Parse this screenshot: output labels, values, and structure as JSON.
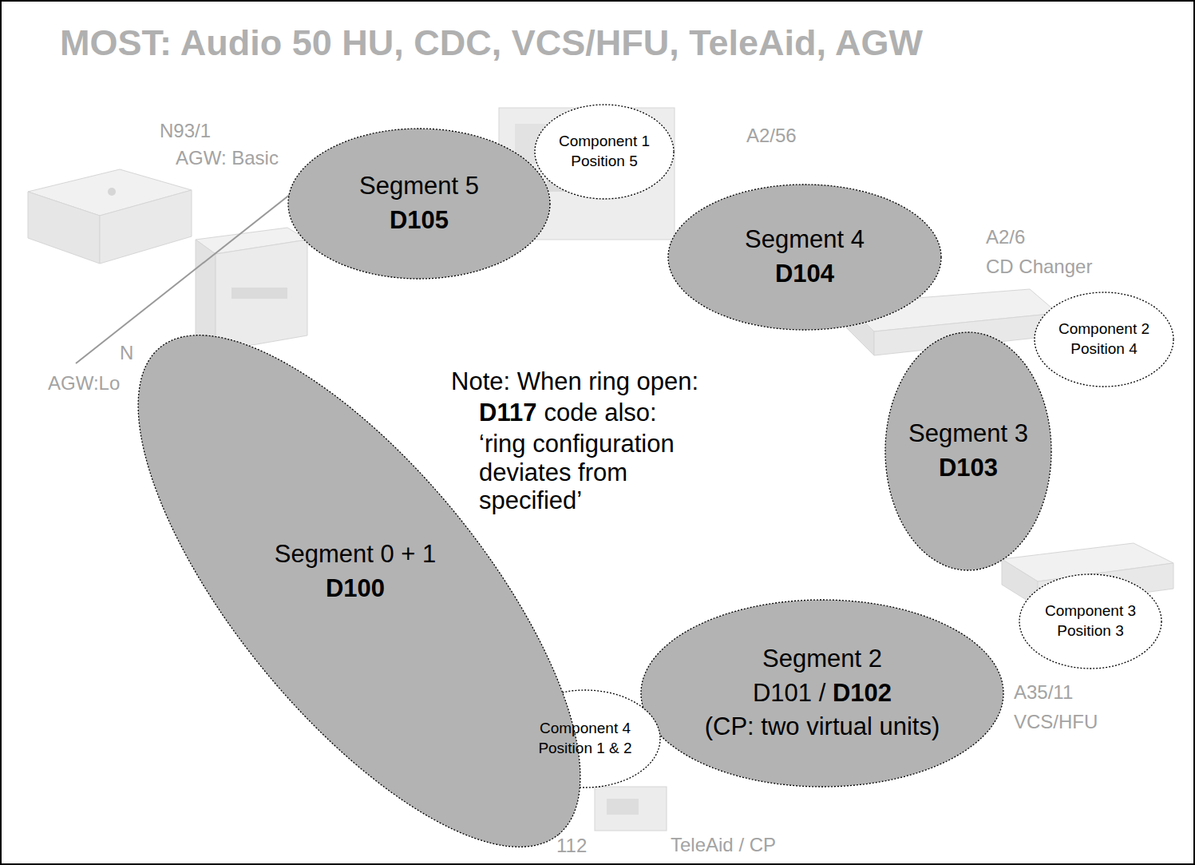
{
  "diagram": {
    "title": "MOST: Audio 50 HU, CDC, VCS/HFU, TeleAid, AGW",
    "nodes": [
      {
        "text": [
          "Segment 5",
          "D105"
        ]
      },
      {
        "text": [
          "Component 1",
          "Position 5"
        ]
      },
      {
        "text": [
          "Segment 4",
          "D104"
        ]
      },
      {
        "text": [
          "Component 2",
          "Position 4"
        ]
      },
      {
        "text": [
          "Segment 3",
          "D103"
        ]
      },
      {
        "text": [
          "Component 3",
          "Position 3"
        ]
      },
      {
        "text": [
          "Segment 2",
          "D101 /",
          "D102",
          "(CP: two virtual units)"
        ]
      },
      {
        "text": [
          "Component 4",
          "Position 1 & 2"
        ]
      },
      {
        "text": [
          "Segment 0 + 1",
          "D100"
        ]
      }
    ],
    "labels": [
      "N93/1",
      "AGW: Basic",
      "N",
      "AGW:Lo",
      "A2/56",
      "A2/6",
      "CD Changer",
      "A35/11",
      "VCS/HFU",
      "112",
      "TeleAid / CP",
      "Note: When ring open:",
      "D117",
      "code also:",
      "‘ring configuration deviates from specified’"
    ]
  }
}
